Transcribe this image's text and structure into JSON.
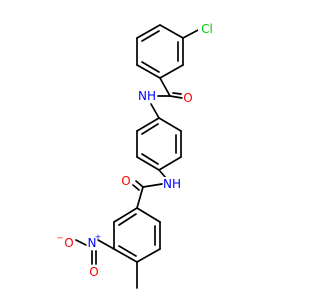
{
  "molecule": {
    "colors": {
      "bond": "#000000",
      "Cl": "#00cc00",
      "N": "#0000ff",
      "O": "#ff0000",
      "C": "#000000"
    },
    "atoms": [
      {
        "id": "cl",
        "text": "Cl",
        "element": "Cl"
      },
      {
        "id": "nh1",
        "text": "NH",
        "element": "N"
      },
      {
        "id": "o1",
        "text": "O",
        "element": "O"
      },
      {
        "id": "nh2",
        "text": "NH",
        "element": "N"
      },
      {
        "id": "o2",
        "text": "O",
        "element": "O"
      },
      {
        "id": "n3",
        "text": "N",
        "element": "N",
        "charge": "+"
      },
      {
        "id": "o3",
        "text": "O",
        "element": "O",
        "charge": "−"
      },
      {
        "id": "o4",
        "text": "O",
        "element": "O"
      }
    ]
  }
}
